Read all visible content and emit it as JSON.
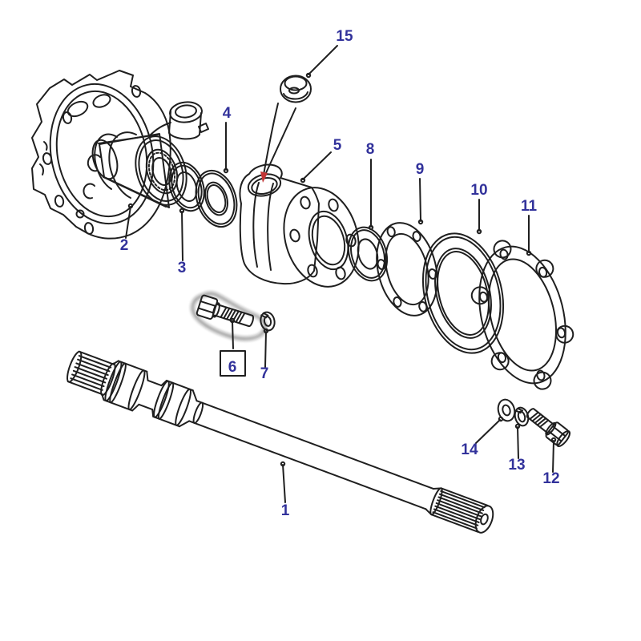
{
  "diagram": {
    "type": "exploded-parts-diagram",
    "subject": "axle shaft and swivel housing assembly",
    "background": "#ffffff",
    "colors": {
      "line": "#1f1f1f",
      "label_text": "#32329b",
      "leader_line": "#3c3c3c",
      "highlight_yellow": "#f1e12d",
      "highlight_box_fill": "#c095b1",
      "highlight_box_border": "#80697a",
      "flow_arrow_red": "#c23434"
    },
    "highlight": {
      "part": "6",
      "style": "yellow-glow-with-mauve-number-box"
    },
    "labels": {
      "p1": "1",
      "p2": "2",
      "p3": "3",
      "p4": "4",
      "p5": "5",
      "p6": "6",
      "p7": "7",
      "p8": "8",
      "p9": "9",
      "p10": "10",
      "p11": "11",
      "p12": "12",
      "p13": "13",
      "p14": "14",
      "p15": "15"
    }
  }
}
